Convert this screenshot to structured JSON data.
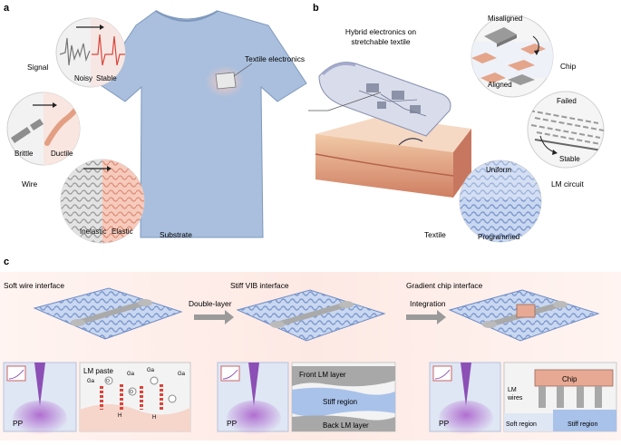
{
  "panels": {
    "a": {
      "letter": "a",
      "labels": {
        "signal": "Signal",
        "noisy": "Noisy",
        "stable": "Stable",
        "textile_electronics": "Textile electronics",
        "brittle": "Brittle",
        "ductile": "Ductile",
        "wire": "Wire",
        "inelastic": "Inelastic",
        "elastic": "Elastic",
        "substrate": "Substrate"
      }
    },
    "b": {
      "letter": "b",
      "title_line1": "Hybrid electronics on",
      "title_line2": "stretchable textile",
      "labels": {
        "misaligned": "Misaligned",
        "aligned": "Aligned",
        "chip": "Chip",
        "failed": "Failed",
        "stable": "Stable",
        "lm_circuit": "LM circuit",
        "uniform": "Uniform",
        "programmed": "Programmed",
        "textile": "Textile"
      }
    },
    "c": {
      "letter": "c",
      "headings": {
        "soft": "Soft wire interface",
        "stiff": "Stiff VIB interface",
        "gradient": "Gradient chip interface"
      },
      "arrows": {
        "double_layer": "Double-layer",
        "integration": "Integration"
      },
      "insets": {
        "pp": "PP",
        "lm_paste": "LM paste",
        "ga": "Ga",
        "o": "O",
        "h": "H",
        "front_lm": "Front LM layer",
        "stiff_region": "Stiff region",
        "back_lm": "Back LM layer",
        "lm_wires_1": "LM",
        "lm_wires_2": "wires",
        "chip": "Chip",
        "soft_region": "Soft region",
        "stiff_region_2": "Stiff region"
      }
    }
  },
  "colors": {
    "shirt": "#a9bfdd",
    "textile_blue": "#7d9ad0",
    "salmon": "#e8a58c",
    "skin": "#e7b895",
    "grey": "#9a9a9a",
    "purple": "#8c4fb5",
    "red_signal": "#d9453a"
  }
}
